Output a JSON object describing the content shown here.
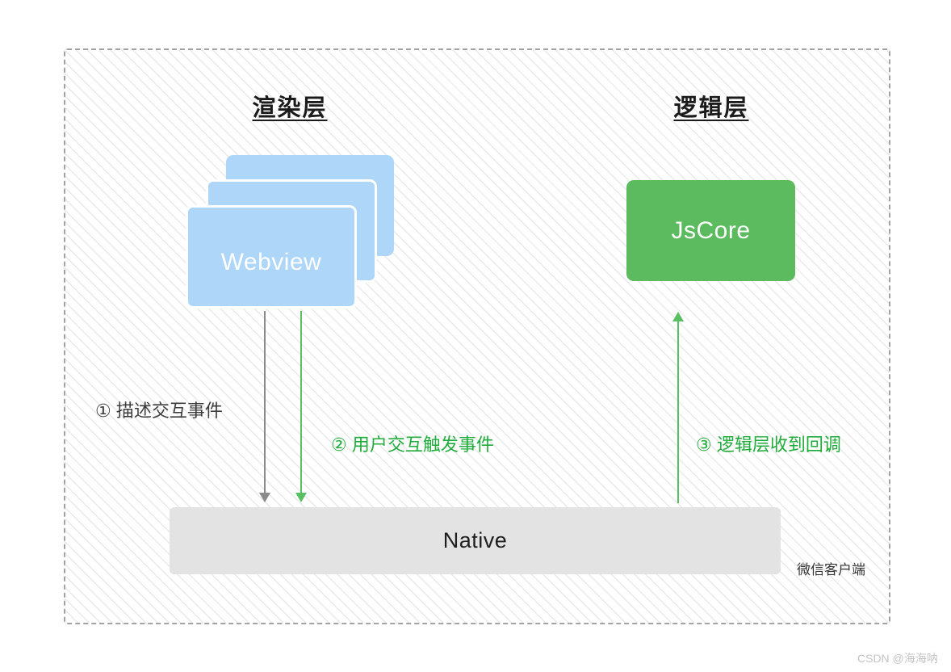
{
  "diagram": {
    "layers": {
      "render": {
        "title": "渲染层"
      },
      "logic": {
        "title": "逻辑层"
      }
    },
    "boxes": {
      "webview": {
        "label": "Webview"
      },
      "jscore": {
        "label": "JsCore"
      },
      "native": {
        "label": "Native"
      }
    },
    "annotations": {
      "step1": "① 描述交互事件",
      "step2": "② 用户交互触发事件",
      "step3": "③ 逻辑层收到回调",
      "client": "微信客户端"
    },
    "watermark": "CSDN @海海呐",
    "colors": {
      "webview_blue": "#aed6f8",
      "jscore_green": "#5bbb5e",
      "arrow_green": "#5abf63",
      "label_green": "#21ad3c",
      "arrow_gray": "#8a8a8a",
      "native_gray": "#e3e3e3",
      "frame_dash_gray": "#a3a3a3",
      "hatch_line": "#e9e9e9"
    }
  }
}
